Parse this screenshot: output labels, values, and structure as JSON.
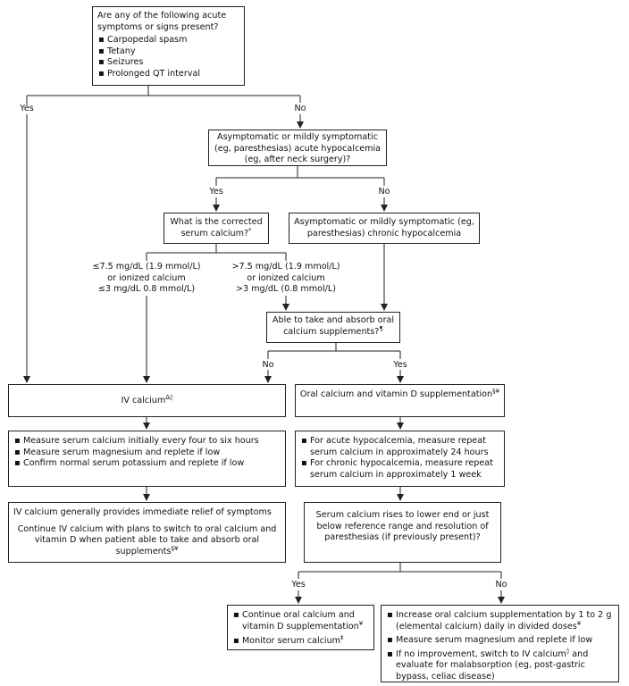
{
  "q_acute": {
    "title": "Are any of the following acute symptoms or signs present?",
    "items": [
      "Carpopedal spasm",
      "Tetany",
      "Seizures",
      "Prolonged QT interval"
    ]
  },
  "labels": {
    "yes": "Yes",
    "no": "No"
  },
  "q_mild_acute": "Asymptomatic or mildly symptomatic (eg, paresthesias) acute hypocalcemia (eg, after neck surgery)?",
  "q_corrected": {
    "text": "What is the corrected serum calcium?",
    "mark": "*"
  },
  "chronic_box": "Asymptomatic or mildly symptomatic (eg, paresthesias) chronic hypocalcemia",
  "threshold_low": {
    "l1": "≤7.5 mg/dL (1.9 mmol/L)",
    "l2": "or ionized calcium",
    "l3": "≤3 mg/dL 0.8 mmol/L)"
  },
  "threshold_high": {
    "l1": ">7.5 mg/dL (1.9 mmol/L)",
    "l2": "or ionized calcium",
    "l3": ">3 mg/dL (0.8 mmol/L)"
  },
  "q_absorb": {
    "text": "Able to take and absorb oral calcium supplements?",
    "mark": "¶"
  },
  "iv_box": {
    "text": "IV calcium",
    "mark": "Δ◊"
  },
  "oral_box": {
    "text": "Oral calcium and vitamin D supplementation",
    "mark": "§¥"
  },
  "iv_monitor": [
    "Measure serum calcium initially every four to six hours",
    "Measure serum magnesium and replete if low",
    "Confirm normal serum potassium and replete if low"
  ],
  "oral_monitor": [
    "For acute hypocalcemia, measure repeat serum calcium in approximately 24 hours",
    "For chronic hypocalcemia, measure repeat serum calcium in approximately 1 week"
  ],
  "iv_result": {
    "p1": "IV calcium generally provides immediate relief of symptoms",
    "p2": "Continue IV calcium with plans to switch to oral calcium and vitamin D when patient able to take and absorb oral supplements",
    "mark": "§¥"
  },
  "q_rises": "Serum calcium rises to lower end or just below reference range and resolution of paresthesias (if previously present)?",
  "yes_actions": [
    {
      "text": "Continue oral calcium and vitamin D supplementation",
      "mark": "¥"
    },
    {
      "text": "Monitor serum calcium",
      "mark": "‡"
    }
  ],
  "no_actions": [
    {
      "text": "Increase oral calcium supplementation by 1 to 2 g (elemental calcium) daily in divided doses",
      "mark": "¥"
    },
    {
      "text": "Measure serum magnesium and replete if low",
      "mark": ""
    },
    {
      "text": "If no improvement, switch to IV calcium",
      "mark": "◊",
      "tail": " and evaluate for malabsorption (eg, post-gastric bypass, celiac disease)"
    }
  ]
}
